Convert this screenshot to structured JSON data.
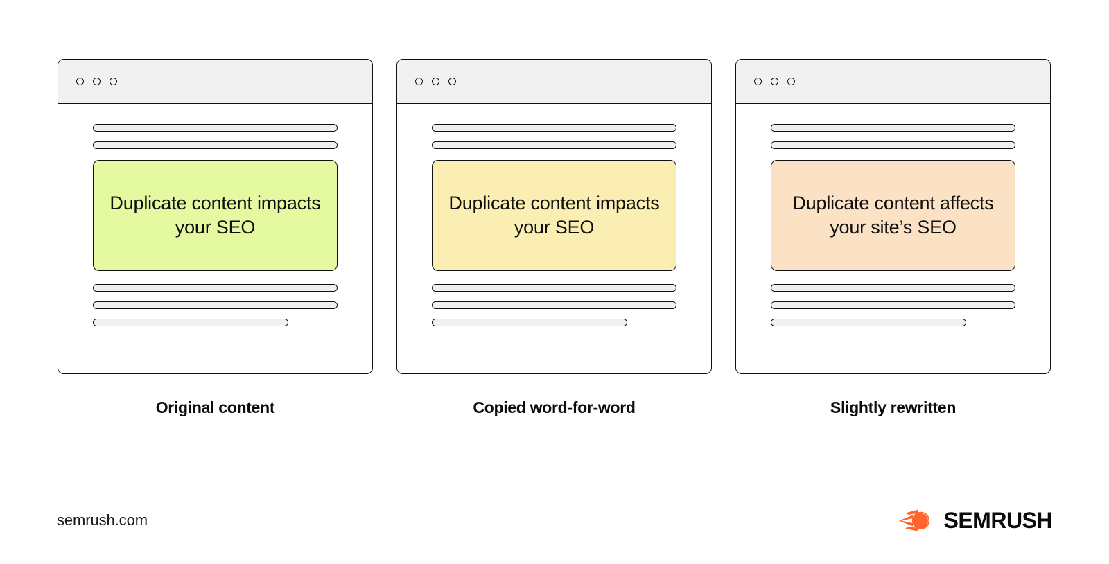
{
  "colors": {
    "background": "#ffffff",
    "stroke": "#111111",
    "browser_bar": "#f1f1f1",
    "placeholder_bar": "#f0f0f0",
    "highlight_green": "#e5faa0",
    "highlight_yellow": "#faeeb2",
    "highlight_peach": "#fbe2c5",
    "brand_orange": "#ff642d",
    "text": "#0f0f0f"
  },
  "cards": [
    {
      "id": "original-content",
      "window_dots": [
        "dot-1",
        "dot-2",
        "dot-3"
      ],
      "highlight_text": "Duplicate content impacts your SEO",
      "highlight_color": "#e5faa0",
      "caption": "Original content",
      "top_lines": [
        100,
        100
      ],
      "bottom_lines": [
        100,
        100,
        80
      ]
    },
    {
      "id": "copied-word-for-word",
      "window_dots": [
        "dot-1",
        "dot-2",
        "dot-3"
      ],
      "highlight_text": "Duplicate content impacts your SEO",
      "highlight_color": "#faeeb2",
      "caption": "Copied word-for-word",
      "top_lines": [
        100,
        100
      ],
      "bottom_lines": [
        100,
        100,
        80
      ]
    },
    {
      "id": "slightly-rewritten",
      "window_dots": [
        "dot-1",
        "dot-2",
        "dot-3"
      ],
      "highlight_text": "Duplicate content affects your site’s SEO",
      "highlight_color": "#fbe2c5",
      "caption": "Slightly rewritten",
      "top_lines": [
        100,
        100
      ],
      "bottom_lines": [
        100,
        100,
        80
      ]
    }
  ],
  "footer": {
    "url": "semrush.com",
    "logo_wordmark": "SEMRUSH",
    "logo_icon": "semrush-comet-icon"
  }
}
